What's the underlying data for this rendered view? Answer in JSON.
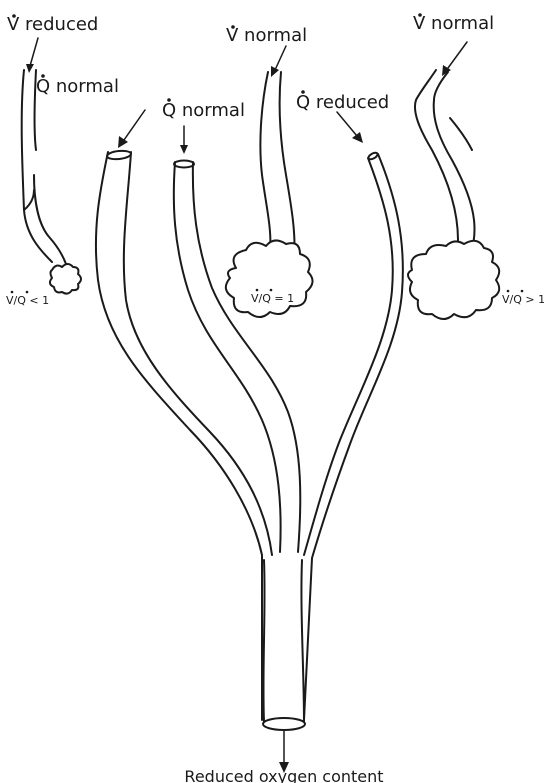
{
  "labels": {
    "v_reduced": "V reduced",
    "v_normal_middle": "V normal",
    "v_normal_right": "V normal",
    "q_normal_left": "Q normal",
    "q_normal_center": "Q normal",
    "q_reduced": "Q reduced",
    "ratio_lt": "V/Q < 1",
    "ratio_eq": "V/Q = 1",
    "ratio_gt": "V/Q > 1",
    "footer": "Reduced oxygen content"
  }
}
